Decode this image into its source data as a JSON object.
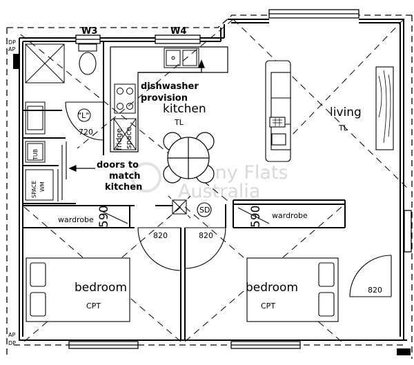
{
  "rooms": {
    "kitchen": {
      "name": "kitchen",
      "finish": "TL"
    },
    "living": {
      "name": "living",
      "finish": "TL"
    },
    "bedroom1": {
      "name": "bedroom",
      "finish": "CPT"
    },
    "bedroom2": {
      "name": "bedroom",
      "finish": "CPT"
    }
  },
  "windows": {
    "w3": "W3",
    "w4": "W4"
  },
  "notes": {
    "dishwasher": [
      "dishwasher",
      "provision"
    ],
    "doors": [
      "doors to",
      "match",
      "kitchen"
    ],
    "fridge": [
      "fridge",
      "space"
    ],
    "wm": [
      "SPACE",
      "WM"
    ]
  },
  "fixtures": {
    "tub": "TUB",
    "wc_tag": "\"L\"",
    "sd": "SD"
  },
  "wardrobes": {
    "left": {
      "label": "wardrobe",
      "dim": "590"
    },
    "right": {
      "label": "wardrobe",
      "dim": "590"
    }
  },
  "doors": {
    "bath": "720",
    "bed1": "820",
    "bed2": "820",
    "entry": "820"
  },
  "markers": {
    "dp_ap": [
      "DP",
      "AP"
    ],
    "ap_dp": [
      "AP",
      "DP"
    ]
  },
  "watermark": [
    "Granny Flats",
    "Australia"
  ],
  "icons": [
    "sink-icon",
    "cooktop-icon",
    "toilet-icon",
    "dining-table-icon",
    "sofa-icon",
    "smoke-detector-icon"
  ]
}
